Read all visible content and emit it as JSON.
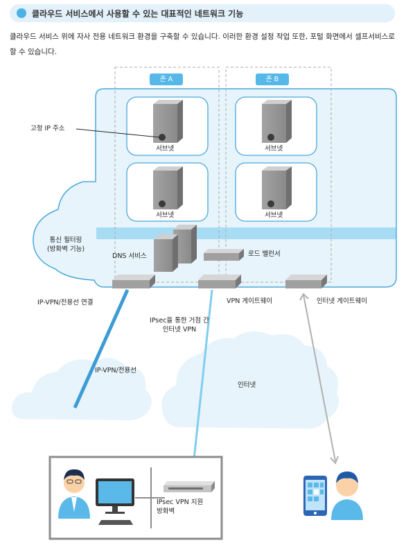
{
  "header": {
    "title": "클라우드 서비스에서 사용할 수 있는 대표적인 네트워크 기능"
  },
  "intro": {
    "text": "클라우드 서비스 위에 자사 전용 네트워크 환경을 구축할 수 있습니다. 이러한 환경 설정 작업 또한, 포털 화면에서 셀프서비스로 할 수 있습니다."
  },
  "zones": {
    "a": "존 A",
    "b": "존 B"
  },
  "labels": {
    "static_ip": "고정 IP 주소",
    "subnet": "서브넷",
    "filtering_line1": "통신 필터링",
    "filtering_line2": "(방화벽 기능)",
    "dns": "DNS 서비스",
    "load_balancer": "로드 밸런서",
    "ip_vpn_connection": "IP-VPN/전용선 연결",
    "vpn_gateway": "VPN 게이트웨이",
    "internet_gateway": "인터넷 게이트웨이",
    "ipsec_line1": "IPsec을 통한 거점 간",
    "ipsec_line2": "인터넷 VPN",
    "ip_vpn_leased": "IP-VPN/전용선",
    "internet": "인터넷",
    "firewall_line1": "IPsec VPN 지원",
    "firewall_line2": "방화벽"
  },
  "colors": {
    "accent": "#4bb3e6",
    "cloud_border": "#4aa8dc",
    "filter_band": "#a8dcf5",
    "cloud_fill": "#e7f4fb",
    "server": "#9a9a9a",
    "link_dark": "#3d9bd6",
    "link_light": "#7fcdf0"
  }
}
